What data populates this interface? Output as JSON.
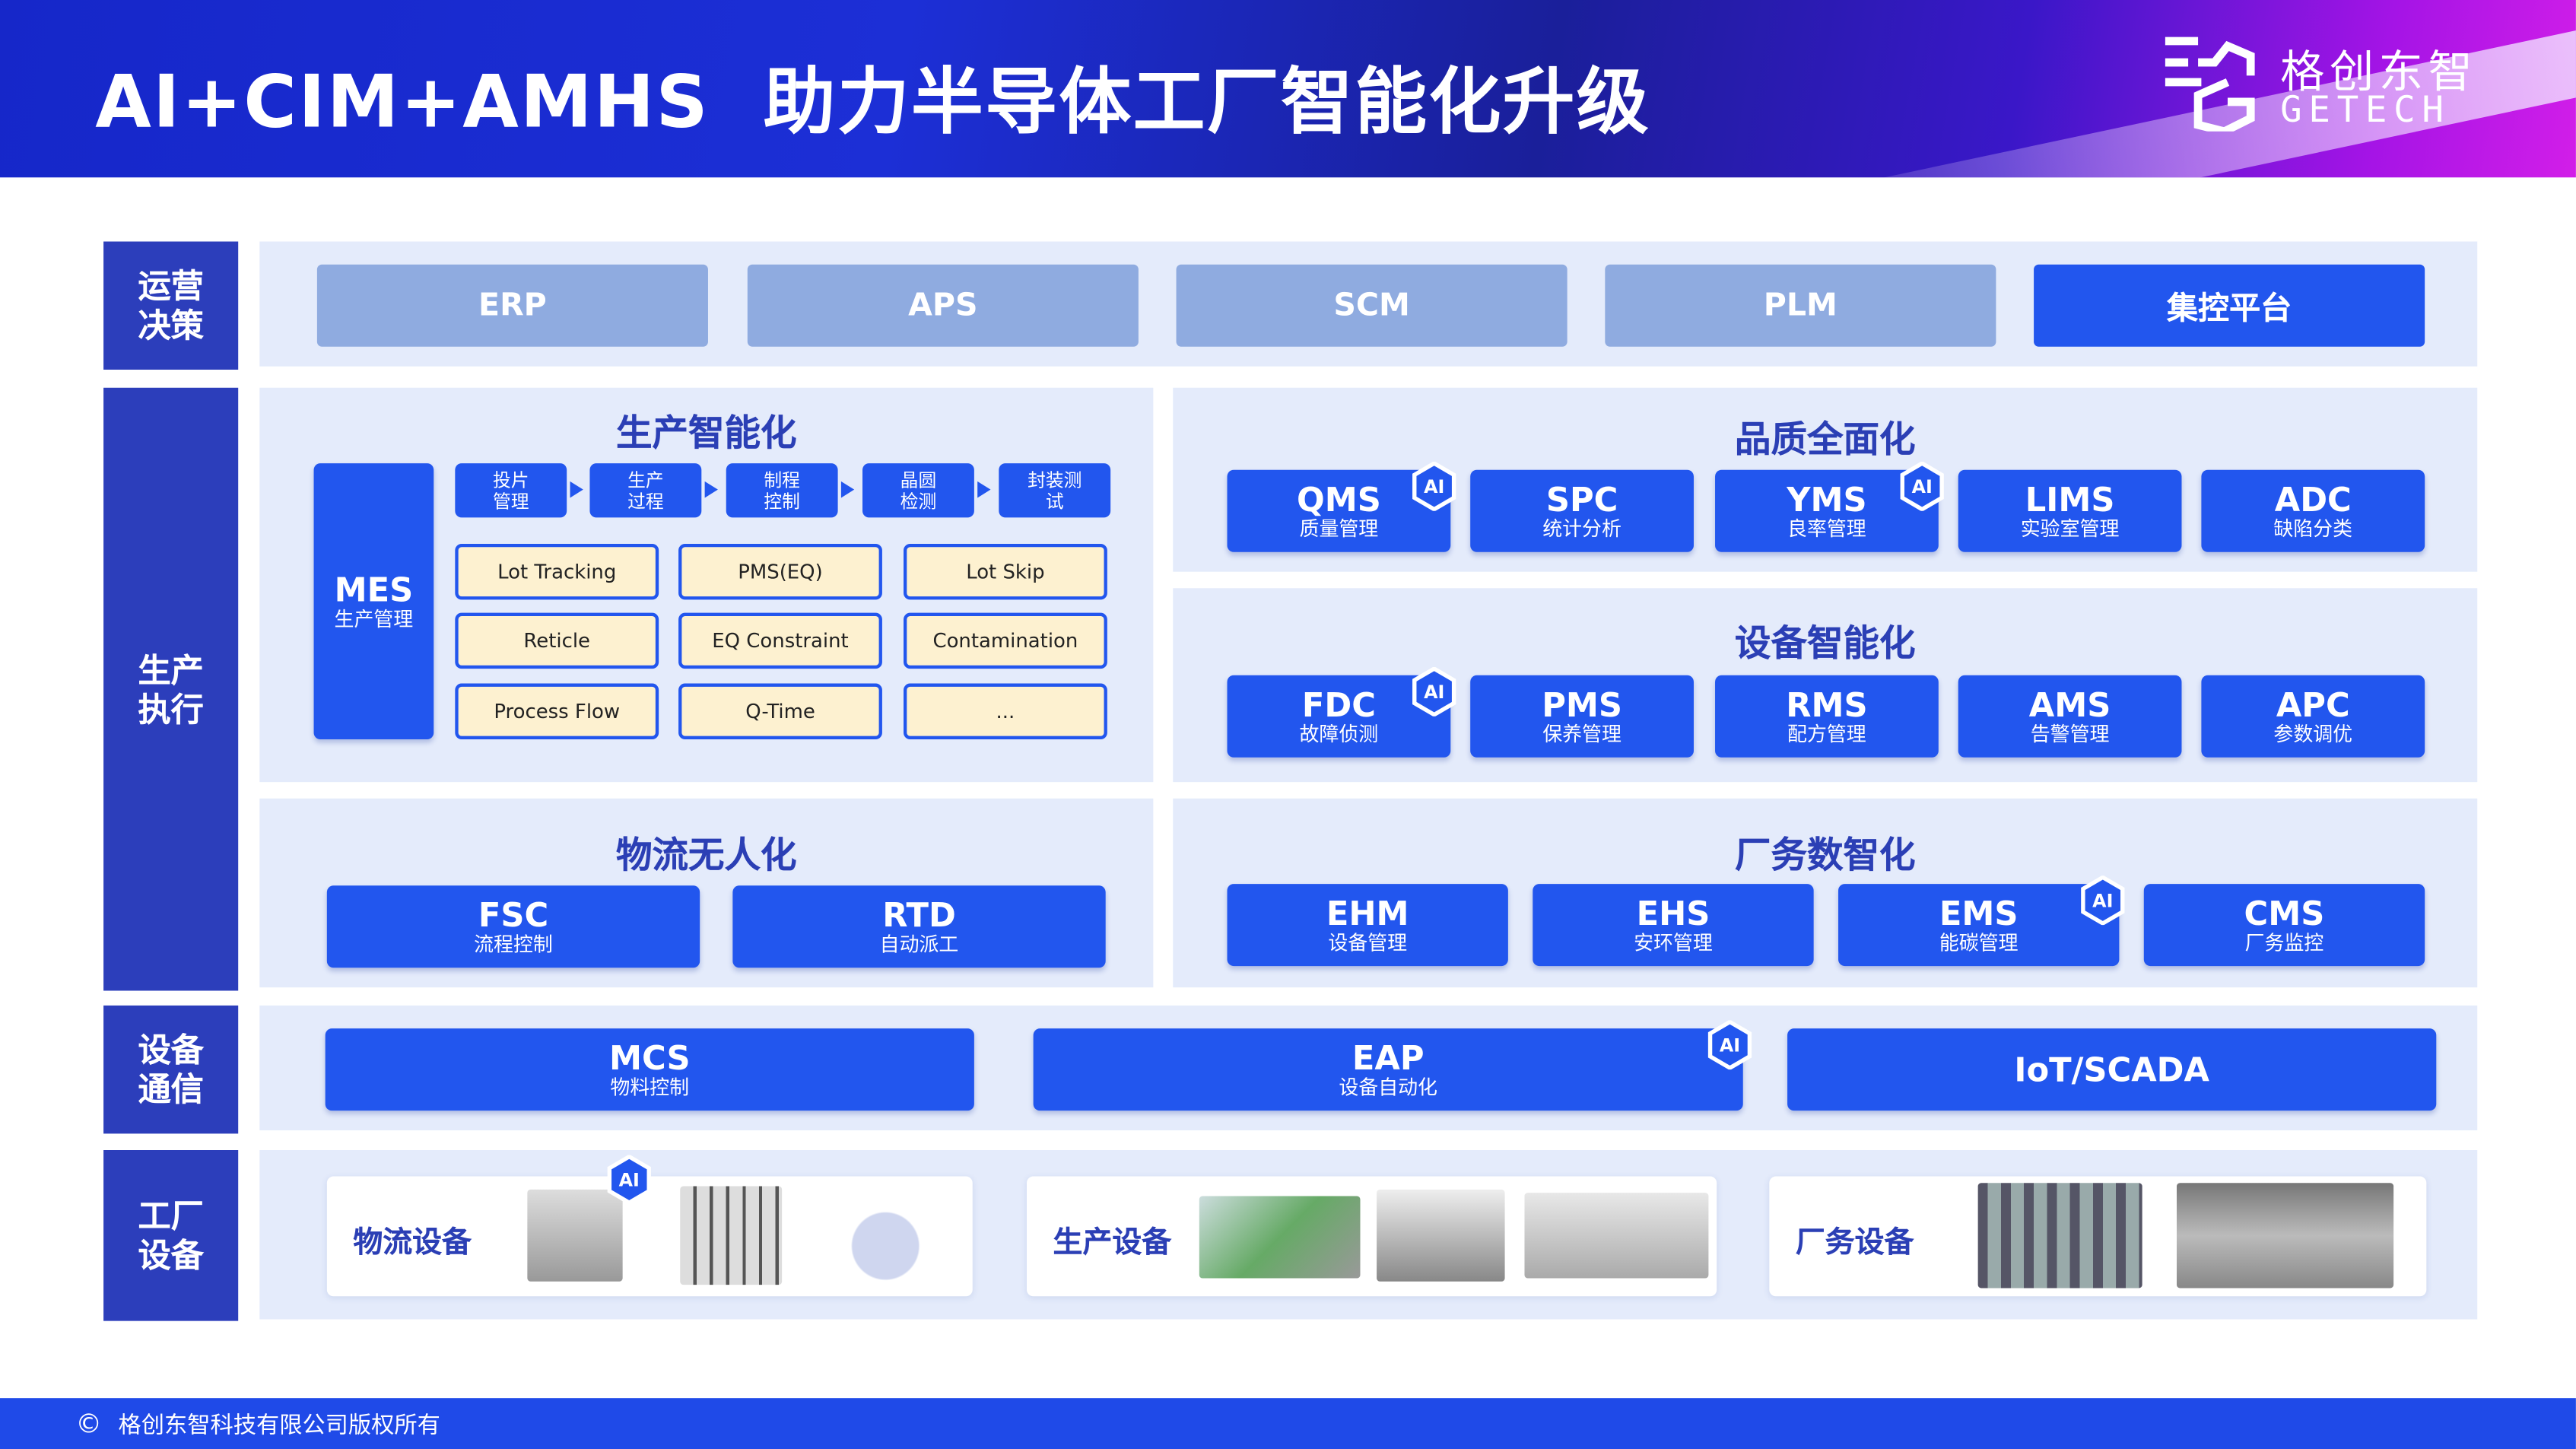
{
  "header": {
    "title": "AI+CIM+AMHS  助力半导体工厂智能化升级",
    "logo_cn": "格创东智",
    "logo_en": "GETECH"
  },
  "rows": {
    "ops": {
      "label": "运营\n决策",
      "items": [
        "ERP",
        "APS",
        "SCM",
        "PLM"
      ],
      "highlight": "集控平台"
    },
    "exec": {
      "label": "生产\n执行"
    },
    "comm": {
      "label": "设备\n通信"
    },
    "equip": {
      "label": "工厂\n设备"
    }
  },
  "production": {
    "title": "生产智能化",
    "mes": {
      "main": "MES",
      "sub": "生产管理"
    },
    "steps": [
      "投片\n管理",
      "生产\n过程",
      "制程\n控制",
      "晶圆\n检测",
      "封装测\n试"
    ],
    "features": [
      "Lot Tracking",
      "PMS(EQ)",
      "Lot Skip",
      "Reticle",
      "EQ Constraint",
      "Contamination",
      "Process Flow",
      "Q-Time",
      "..."
    ]
  },
  "quality": {
    "title": "品质全面化",
    "items": [
      {
        "main": "QMS",
        "sub": "质量管理",
        "ai": true
      },
      {
        "main": "SPC",
        "sub": "统计分析"
      },
      {
        "main": "YMS",
        "sub": "良率管理",
        "ai": true
      },
      {
        "main": "LIMS",
        "sub": "实验室管理"
      },
      {
        "main": "ADC",
        "sub": "缺陷分类"
      }
    ]
  },
  "equipment": {
    "title": "设备智能化",
    "items": [
      {
        "main": "FDC",
        "sub": "故障侦测",
        "ai": true
      },
      {
        "main": "PMS",
        "sub": "保养管理"
      },
      {
        "main": "RMS",
        "sub": "配方管理"
      },
      {
        "main": "AMS",
        "sub": "告警管理"
      },
      {
        "main": "APC",
        "sub": "参数调优"
      }
    ]
  },
  "logistics": {
    "title": "物流无人化",
    "items": [
      {
        "main": "FSC",
        "sub": "流程控制"
      },
      {
        "main": "RTD",
        "sub": "自动派工"
      }
    ]
  },
  "facility": {
    "title": "厂务数智化",
    "items": [
      {
        "main": "EHM",
        "sub": "设备管理"
      },
      {
        "main": "EHS",
        "sub": "安环管理"
      },
      {
        "main": "EMS",
        "sub": "能碳管理",
        "ai": true
      },
      {
        "main": "CMS",
        "sub": "厂务监控"
      }
    ]
  },
  "comm": {
    "items": [
      {
        "main": "MCS",
        "sub": "物料控制"
      },
      {
        "main": "EAP",
        "sub": "设备自动化",
        "ai": true
      },
      {
        "main": "IoT/SCADA",
        "sub": ""
      }
    ]
  },
  "devices": {
    "cards": [
      "物流设备",
      "生产设备",
      "厂务设备"
    ],
    "ai_label": "AI"
  },
  "footer": {
    "copyright_icon": "©",
    "text": "格创东智科技有限公司版权所有"
  },
  "colors": {
    "primary": "#2256ee",
    "label": "#2c3ebb",
    "panel": "#e4ebfb",
    "light_button": "#8fabe0"
  }
}
